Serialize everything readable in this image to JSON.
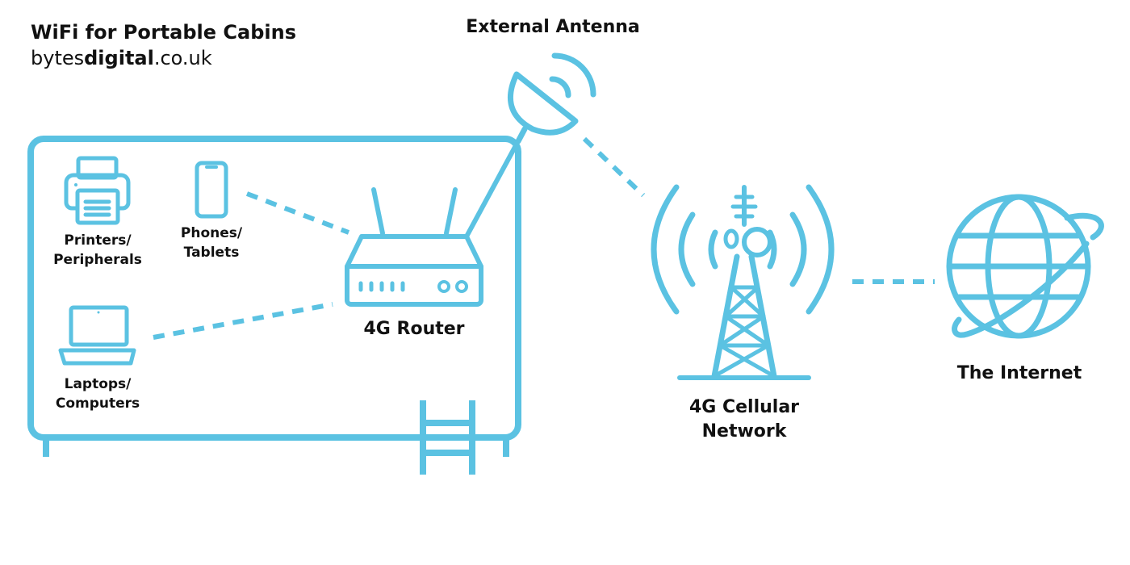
{
  "header": {
    "title": "WiFi for Portable Cabins",
    "site_prefix": "bytes",
    "site_bold": "digital",
    "site_suffix": ".co.uk"
  },
  "labels": {
    "external_antenna": "External Antenna",
    "printers_line1": "Printers/",
    "printers_line2": "Peripherals",
    "phones_line1": "Phones/",
    "phones_line2": "Tablets",
    "laptops_line1": "Laptops/",
    "laptops_line2": "Computers",
    "router": "4G Router",
    "cellular_line1": "4G Cellular",
    "cellular_line2": "Network",
    "internet": "The Internet"
  },
  "colors": {
    "accent": "#5bc2e2",
    "text": "#111111",
    "background": "#ffffff"
  },
  "icons": [
    "printer-icon",
    "phone-icon",
    "laptop-icon",
    "router-icon",
    "satellite-dish-icon",
    "cell-tower-icon",
    "globe-icon",
    "ladder-icon"
  ]
}
